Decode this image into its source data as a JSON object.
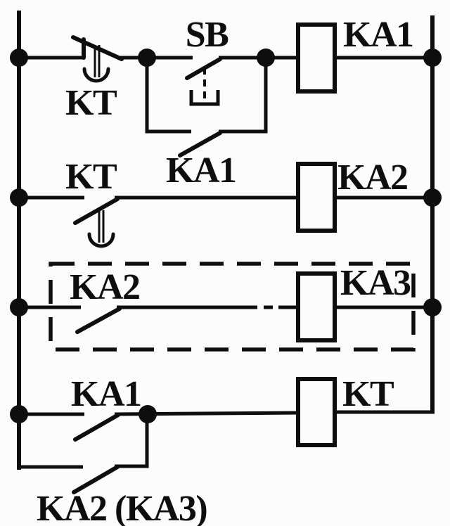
{
  "diagram": {
    "kind": "relay-ladder-schematic",
    "ink_color": "#0e0e0e",
    "background_color": "#fcfcfc",
    "rungs": [
      {
        "name": "rung-1",
        "contact_label": "KT",
        "pushbutton_label": "SB",
        "parallel_contact_label": "KA1",
        "coil_label": "KA1"
      },
      {
        "name": "rung-2",
        "contact_label": "KT",
        "coil_label": "KA2"
      },
      {
        "name": "rung-3",
        "enclosed_in_dashed_box": true,
        "contact_label": "KA2",
        "coil_label": "KA3"
      },
      {
        "name": "rung-4",
        "contact_label": "KA1",
        "parallel_contact_label": "KA2 (KA3)",
        "coil_label": "KT"
      }
    ]
  }
}
